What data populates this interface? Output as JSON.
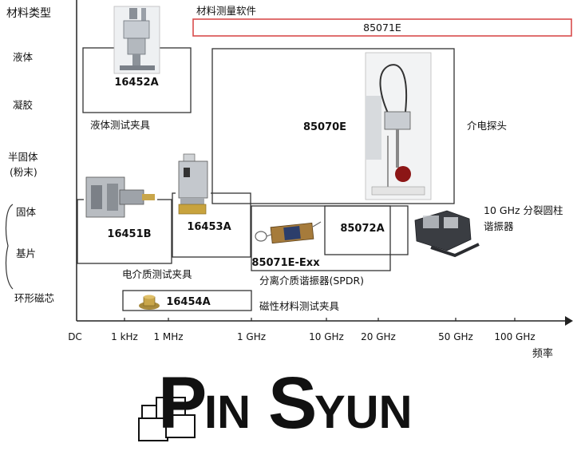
{
  "y_axis": {
    "title": "材料类型",
    "labels": {
      "liquid": "液体",
      "gel": "凝胶",
      "semisolid_1": "半固体",
      "semisolid_2": "(粉末)",
      "solid": "固体",
      "substrate": "基片",
      "ring_core": "环形磁芯"
    }
  },
  "x_axis": {
    "title": "频率",
    "ticks": [
      "DC",
      "1 kHz",
      "1 MHz",
      "1 GHz",
      "10 GHz",
      "20 GHz",
      "50 GHz",
      "100 GHz"
    ]
  },
  "software": {
    "label": "材料测量软件",
    "product": "85071E",
    "accent_color": "#d94c4c"
  },
  "products": {
    "p16452A": "16452A",
    "p85070E": "85070E",
    "p16451B": "16451B",
    "p16453A": "16453A",
    "p85071E_Exx": "85071E-Exx",
    "p85072A": "85072A",
    "p16454A": "16454A"
  },
  "captions": {
    "liquid_fixture": "液体测试夹具",
    "dielectric_probe": "介电探头",
    "split_cylinder_1": "10 GHz 分裂圆柱",
    "split_cylinder_2": "谐振器",
    "dielectric_fixture": "电介质测试夹具",
    "spdr": "分离介质谐振器(SPDR)",
    "magnetic_fixture": "磁性材料测试夹具"
  },
  "logo": {
    "text": "PINSYUN"
  }
}
